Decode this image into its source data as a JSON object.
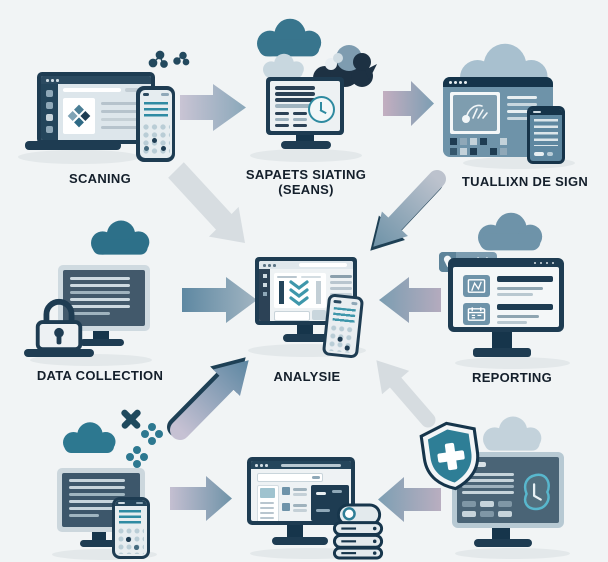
{
  "nodes": {
    "scanning": {
      "label": "SCANING"
    },
    "staging": {
      "label": "SAPAETS SIATING",
      "sublabel": "(SEANS)"
    },
    "design": {
      "label": "TUALLIXN DE SIGN"
    },
    "data_collection": {
      "label": "DATA COLLECTION"
    },
    "analysis": {
      "label": "ANALYSIE"
    },
    "reporting": {
      "label": "REPORTING"
    },
    "bottom_left": {
      "label": ""
    },
    "bottom_center": {
      "label": ""
    },
    "bottom_right": {
      "label": ""
    }
  },
  "arrows": [
    {
      "from": "scanning",
      "to": "staging",
      "direction": "right"
    },
    {
      "from": "staging",
      "to": "design",
      "direction": "right"
    },
    {
      "from": "scanning",
      "to": "analysis",
      "direction": "down-right"
    },
    {
      "from": "design",
      "to": "analysis",
      "direction": "down-left"
    },
    {
      "from": "data_collection",
      "to": "analysis",
      "direction": "right"
    },
    {
      "from": "reporting",
      "to": "analysis",
      "direction": "left"
    },
    {
      "from": "bottom_left",
      "to": "analysis",
      "direction": "up-right"
    },
    {
      "from": "bottom_right",
      "to": "analysis",
      "direction": "up-left"
    },
    {
      "from": "bottom_left",
      "to": "bottom_center",
      "direction": "right"
    },
    {
      "from": "bottom_right",
      "to": "bottom_center",
      "direction": "left"
    }
  ],
  "colors": {
    "background": "#f1f4f5",
    "navy": "#1e3c52",
    "teal": "#2f7e96",
    "steel": "#6e93a9",
    "cloud_light": "#c8d7df",
    "arrow_gray": "#d7dde1",
    "label_text": "#141f2b"
  }
}
